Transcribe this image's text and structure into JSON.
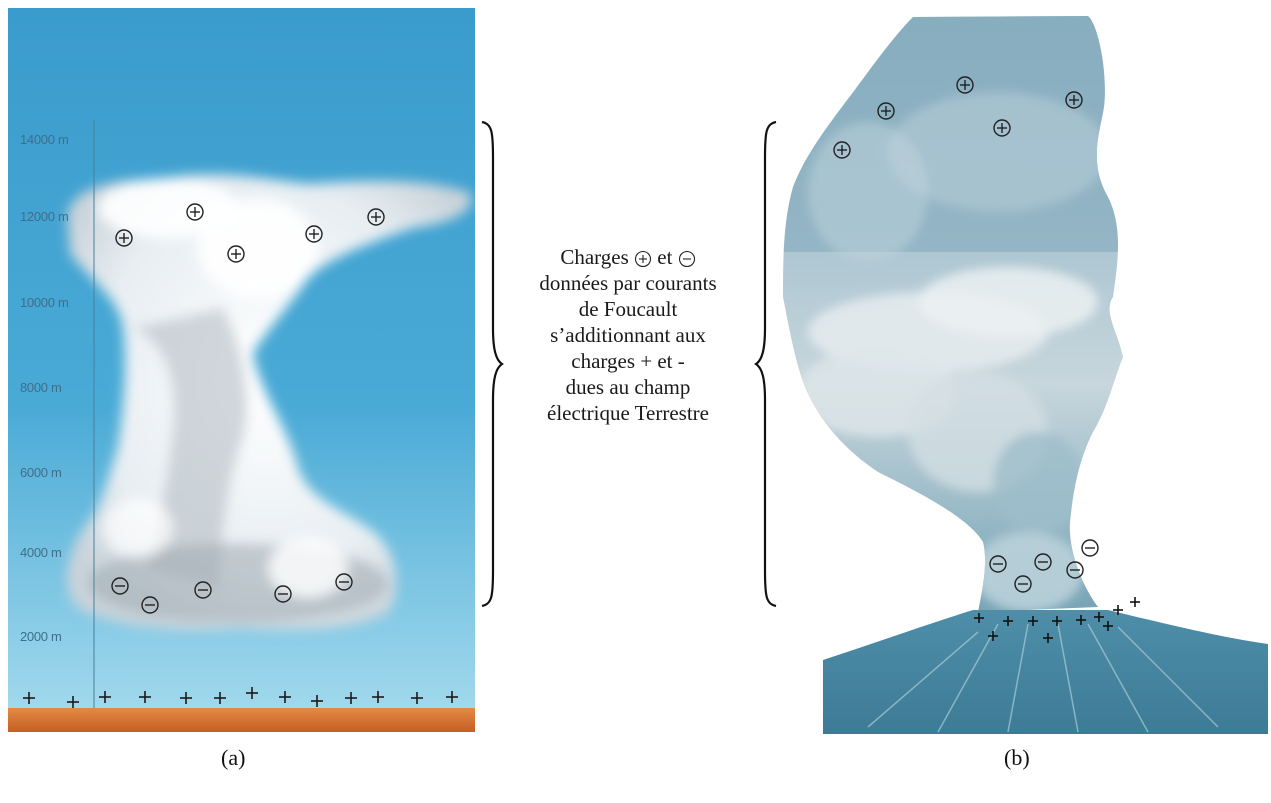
{
  "panel_a": {
    "altitude_labels": [
      "14000 m",
      "12000 m",
      "10000 m",
      "8000 m",
      "6000 m",
      "4000 m",
      "2000 m"
    ],
    "caption": "(a)"
  },
  "panel_b": {
    "caption": "(b)"
  },
  "center_text": {
    "line1_prefix": "Charges",
    "line1_middle": "et",
    "line2": "données par courants",
    "line3": "de Foucault",
    "line4": "s’additionnant aux",
    "line5": "charges + et -",
    "line6": "dues au champ",
    "line7": "électrique Terrestre"
  },
  "colors": {
    "sky_top": "#3a9ccd",
    "sky_bottom": "#8fd0ec",
    "ground": "#d8702e",
    "ash_blue": "#4f8fa8"
  },
  "icons": [
    "positive-charge-icon",
    "negative-charge-icon",
    "plus-sign-icon"
  ]
}
